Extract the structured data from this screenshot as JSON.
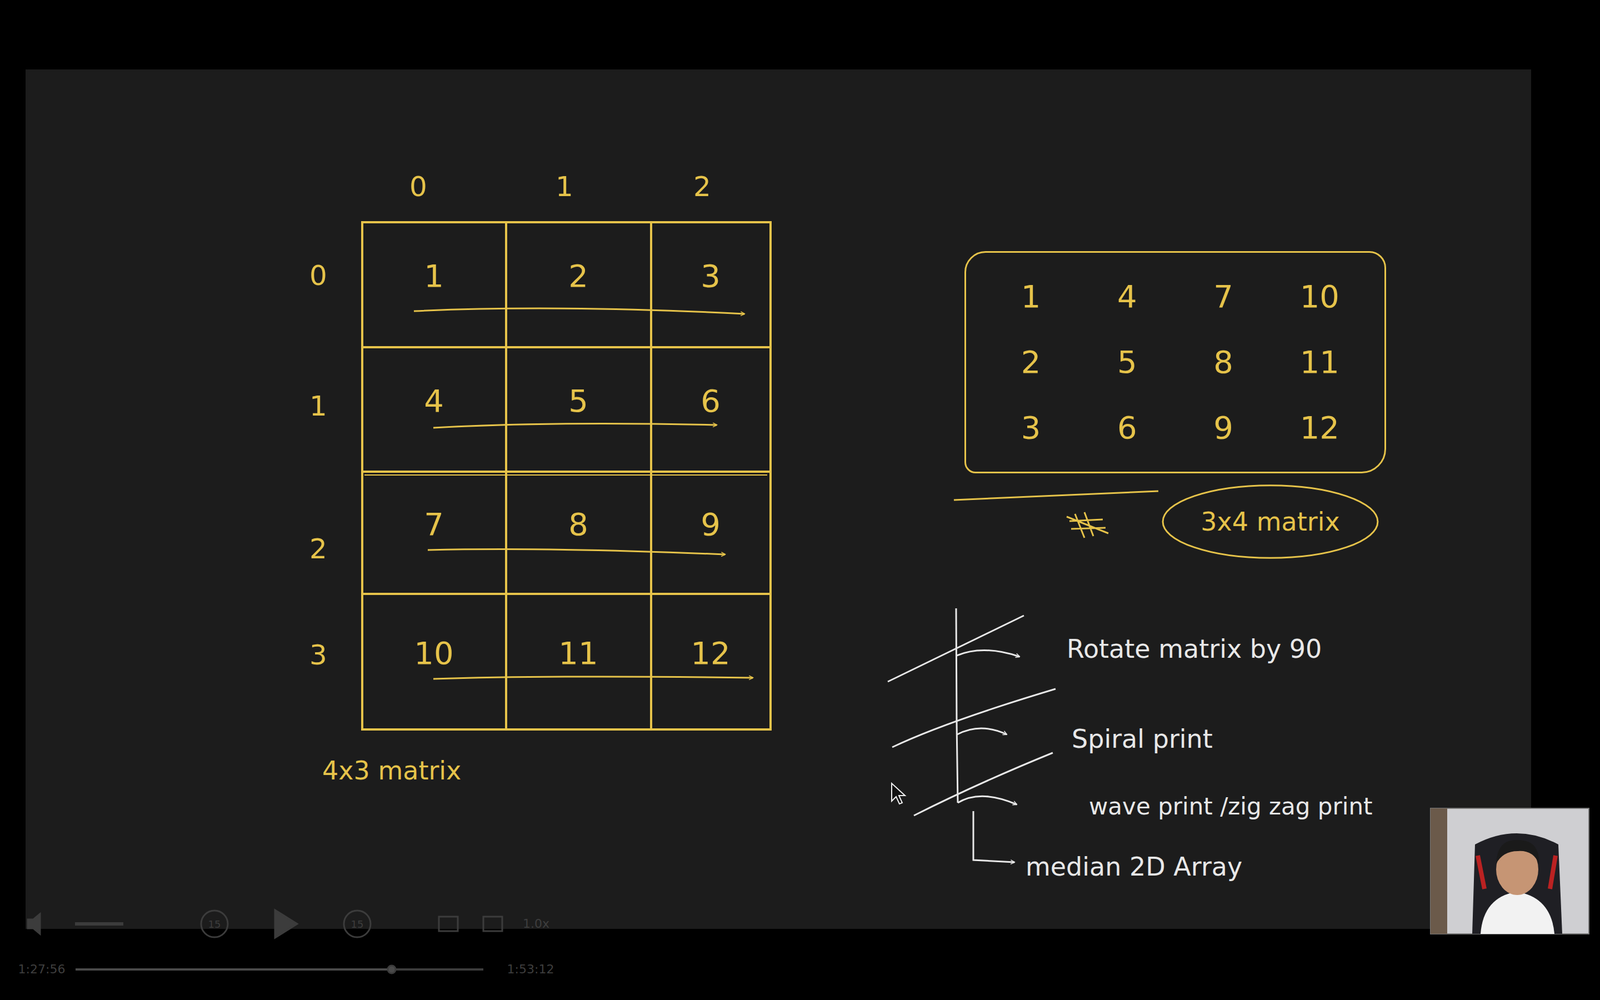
{
  "diagram": {
    "nodes": [
      {
        "text": [
          "1",
          "4",
          "7",
          "10",
          "2",
          "5",
          "8",
          "11",
          "3",
          "6",
          "9",
          "12"
        ]
      },
      {
        "text": [
          "3x4 matrix"
        ]
      }
    ],
    "labels": [
      "0",
      "1",
      "2",
      "0",
      "1",
      "2",
      "3",
      "1",
      "2",
      "3",
      "4",
      "5",
      "6",
      "7",
      "8",
      "9",
      "10",
      "11",
      "12",
      "4x3 matrix",
      "Rotate matrix by 90",
      "Spiral print",
      "wave print /zig zag print",
      "median 2D Array",
      "15",
      "15",
      "1:27:56",
      "1:53:12",
      "1.0x"
    ]
  }
}
